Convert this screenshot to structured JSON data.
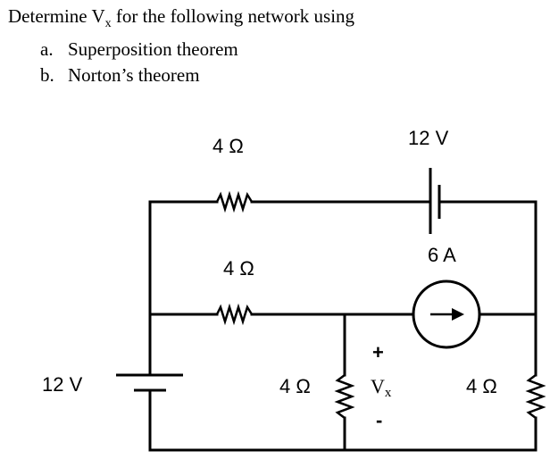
{
  "problem": {
    "intro_prefix": "Determine V",
    "intro_subscript": "x",
    "intro_suffix": " for the following network using",
    "items": [
      {
        "marker": "a.",
        "text": "Superposition theorem"
      },
      {
        "marker": "b.",
        "text": "Norton’s theorem"
      }
    ]
  },
  "circuit": {
    "top_resistor_label": "4 Ω",
    "middle_resistor_label": "4 Ω",
    "center_resistor_label": "4 Ω",
    "right_resistor_label": "4 Ω",
    "top_source_label": "12 V",
    "left_source_label": "12 V",
    "current_source_label": "6 A",
    "vx_plus": "+",
    "vx_minus": "-",
    "vx_main": "V",
    "vx_sub": "x"
  }
}
